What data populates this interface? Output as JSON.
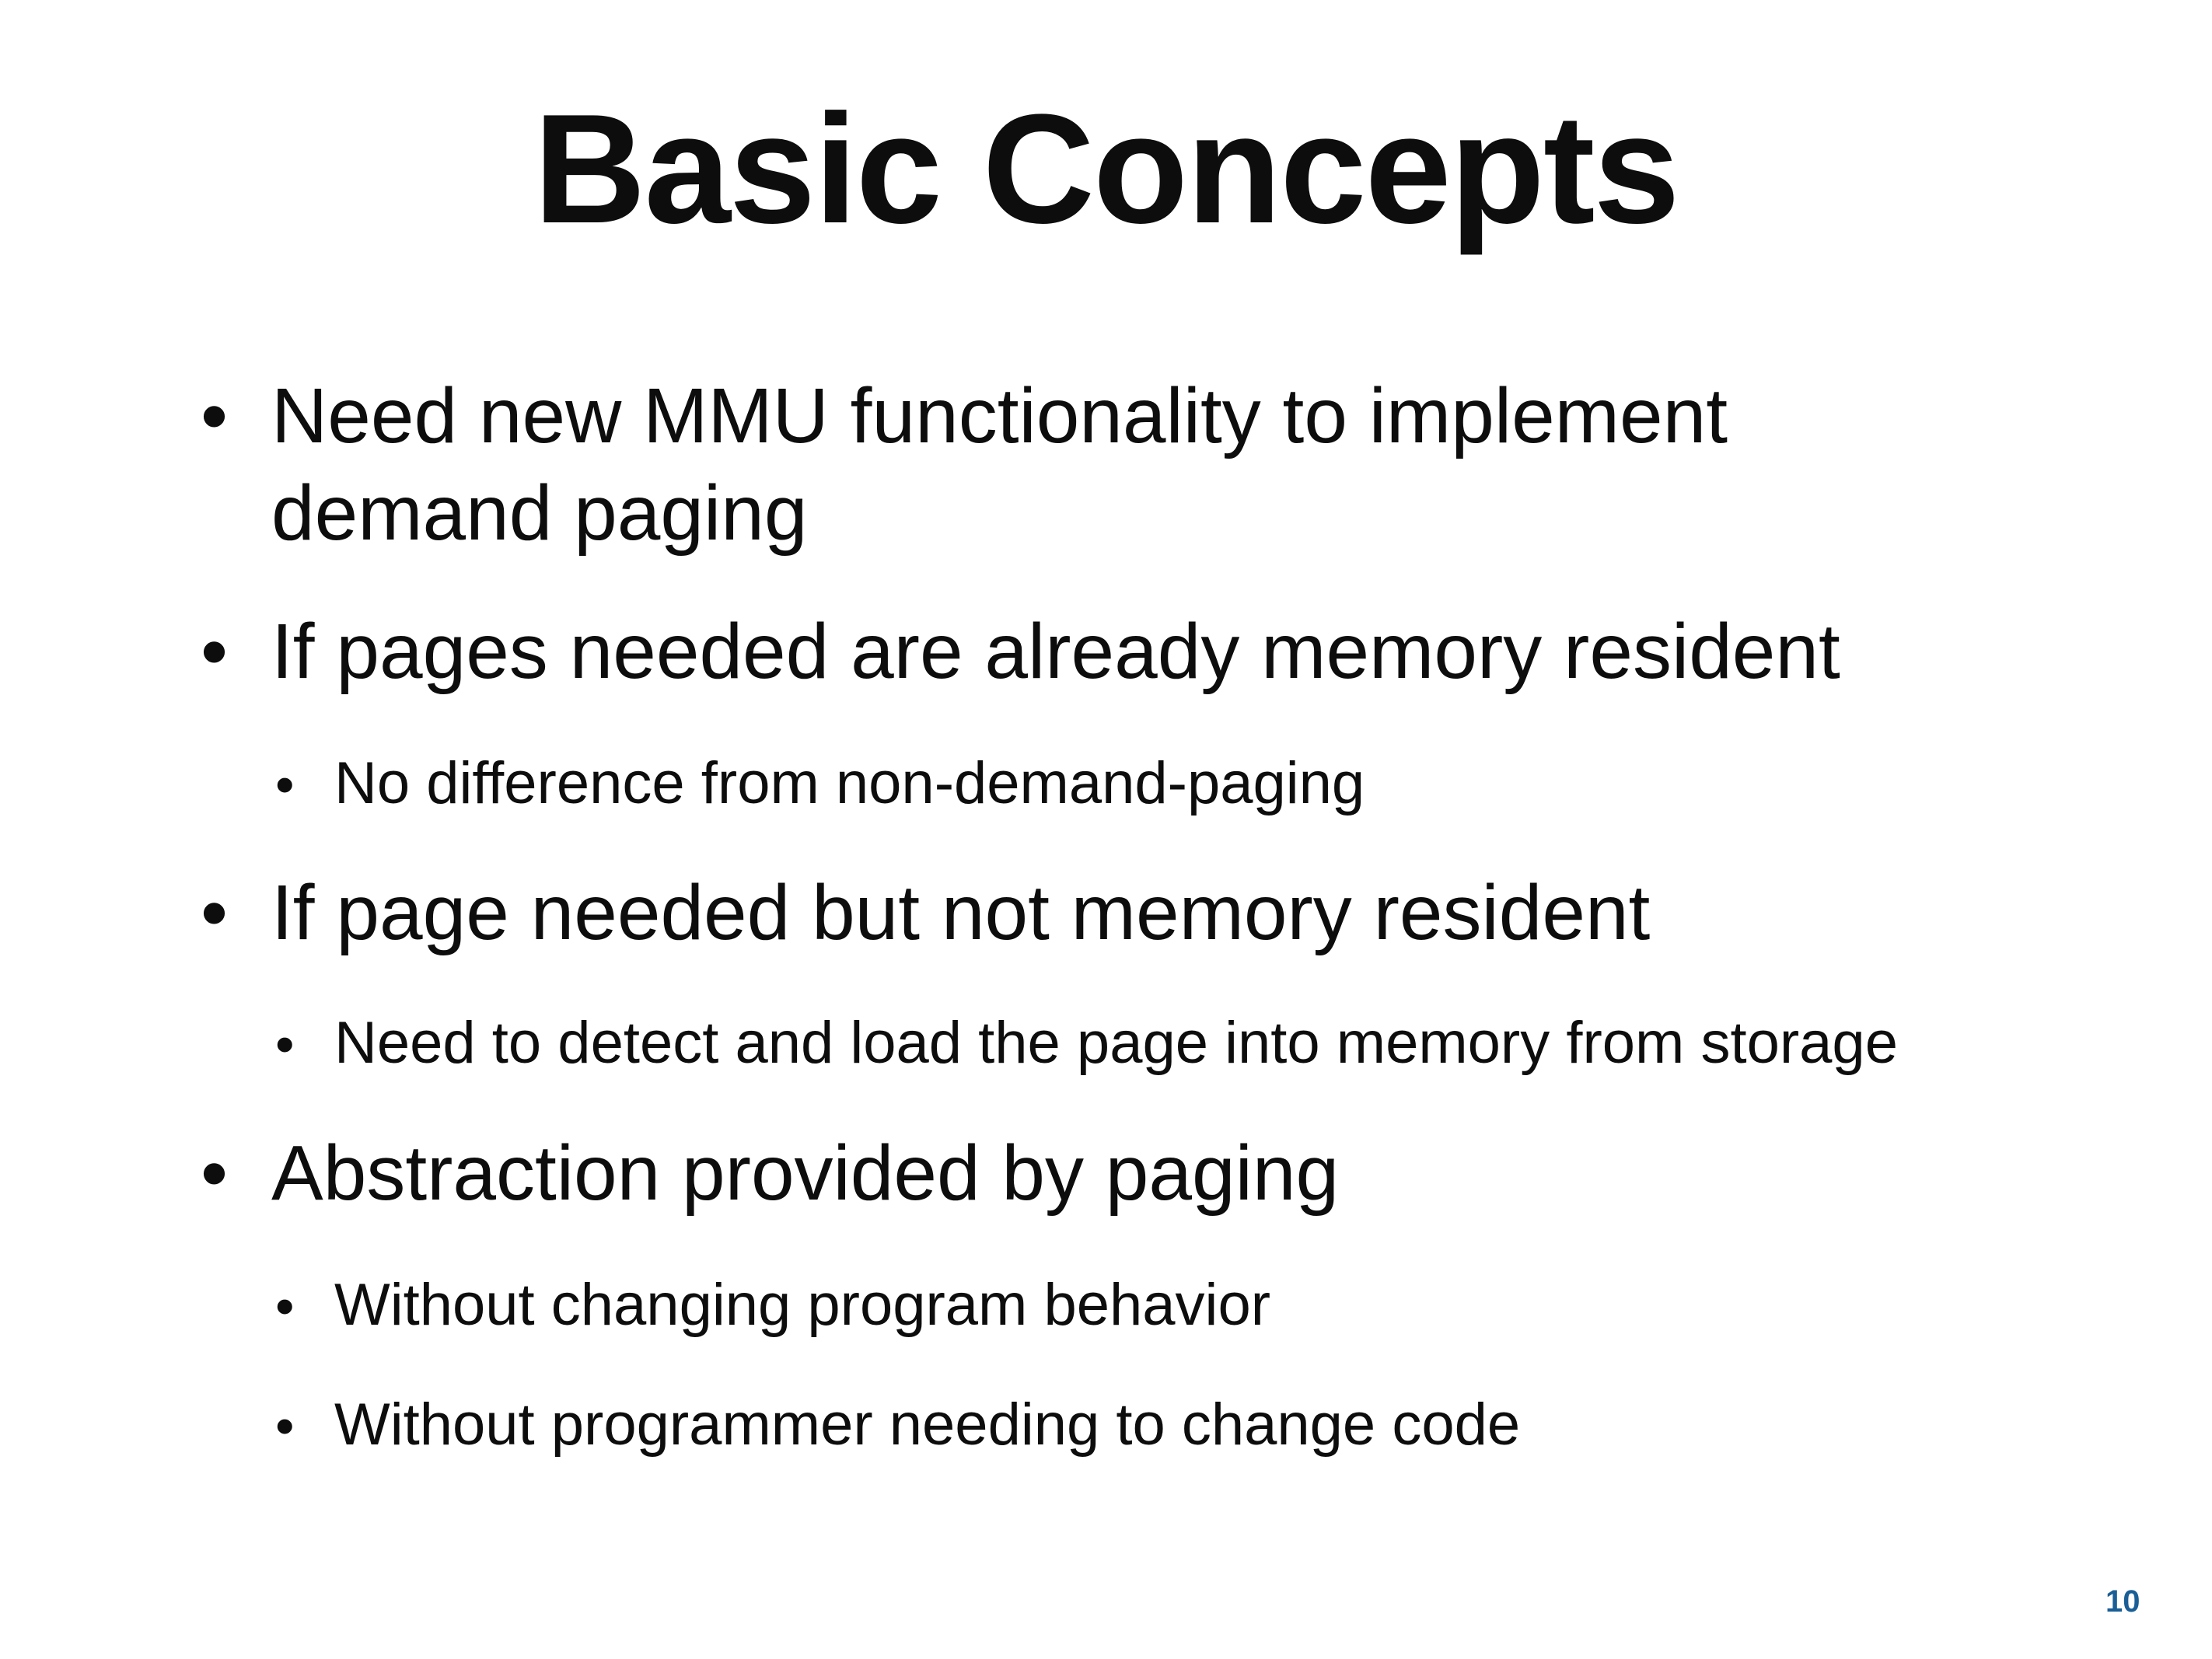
{
  "slide": {
    "title": "Basic Concepts",
    "bullets": [
      {
        "lines": [
          "Need new MMU functionality to implement",
          "demand paging"
        ],
        "sub": []
      },
      {
        "lines": [
          "If pages needed are already memory resident"
        ],
        "sub": [
          "No difference from non-demand-paging"
        ]
      },
      {
        "lines": [
          "If page needed but not memory resident"
        ],
        "sub": [
          "Need to detect and load the page into memory from storage"
        ]
      },
      {
        "lines": [
          "Abstraction provided by paging"
        ],
        "sub": [
          "Without changing program behavior",
          "Without programmer needing to change code"
        ]
      }
    ],
    "bullet_glyph": "•",
    "page_number": "10",
    "accent_color": "#1a5e96"
  }
}
